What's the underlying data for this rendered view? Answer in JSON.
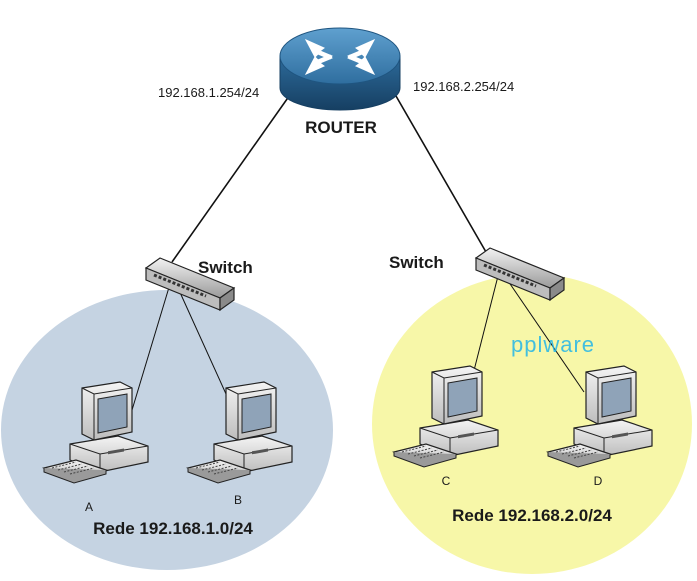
{
  "router": {
    "label": "ROUTER",
    "ip_left": "192.168.1.254/24",
    "ip_right": "192.168.2.254/24"
  },
  "switch_left": {
    "label": "Switch"
  },
  "switch_right": {
    "label": "Switch"
  },
  "network_left": {
    "label": "Rede 192.168.1.0/24",
    "color": "#c5d3e2",
    "pcs": [
      "A",
      "B"
    ]
  },
  "network_right": {
    "label": "Rede 192.168.2.0/24",
    "color": "#f7f7a8",
    "pcs": [
      "C",
      "D"
    ]
  },
  "watermark": {
    "text": "pplware",
    "color": "#22b5e8"
  },
  "icons": {
    "router": "router-icon",
    "switch": "switch-icon",
    "pc": "desktop-computer-icon"
  }
}
